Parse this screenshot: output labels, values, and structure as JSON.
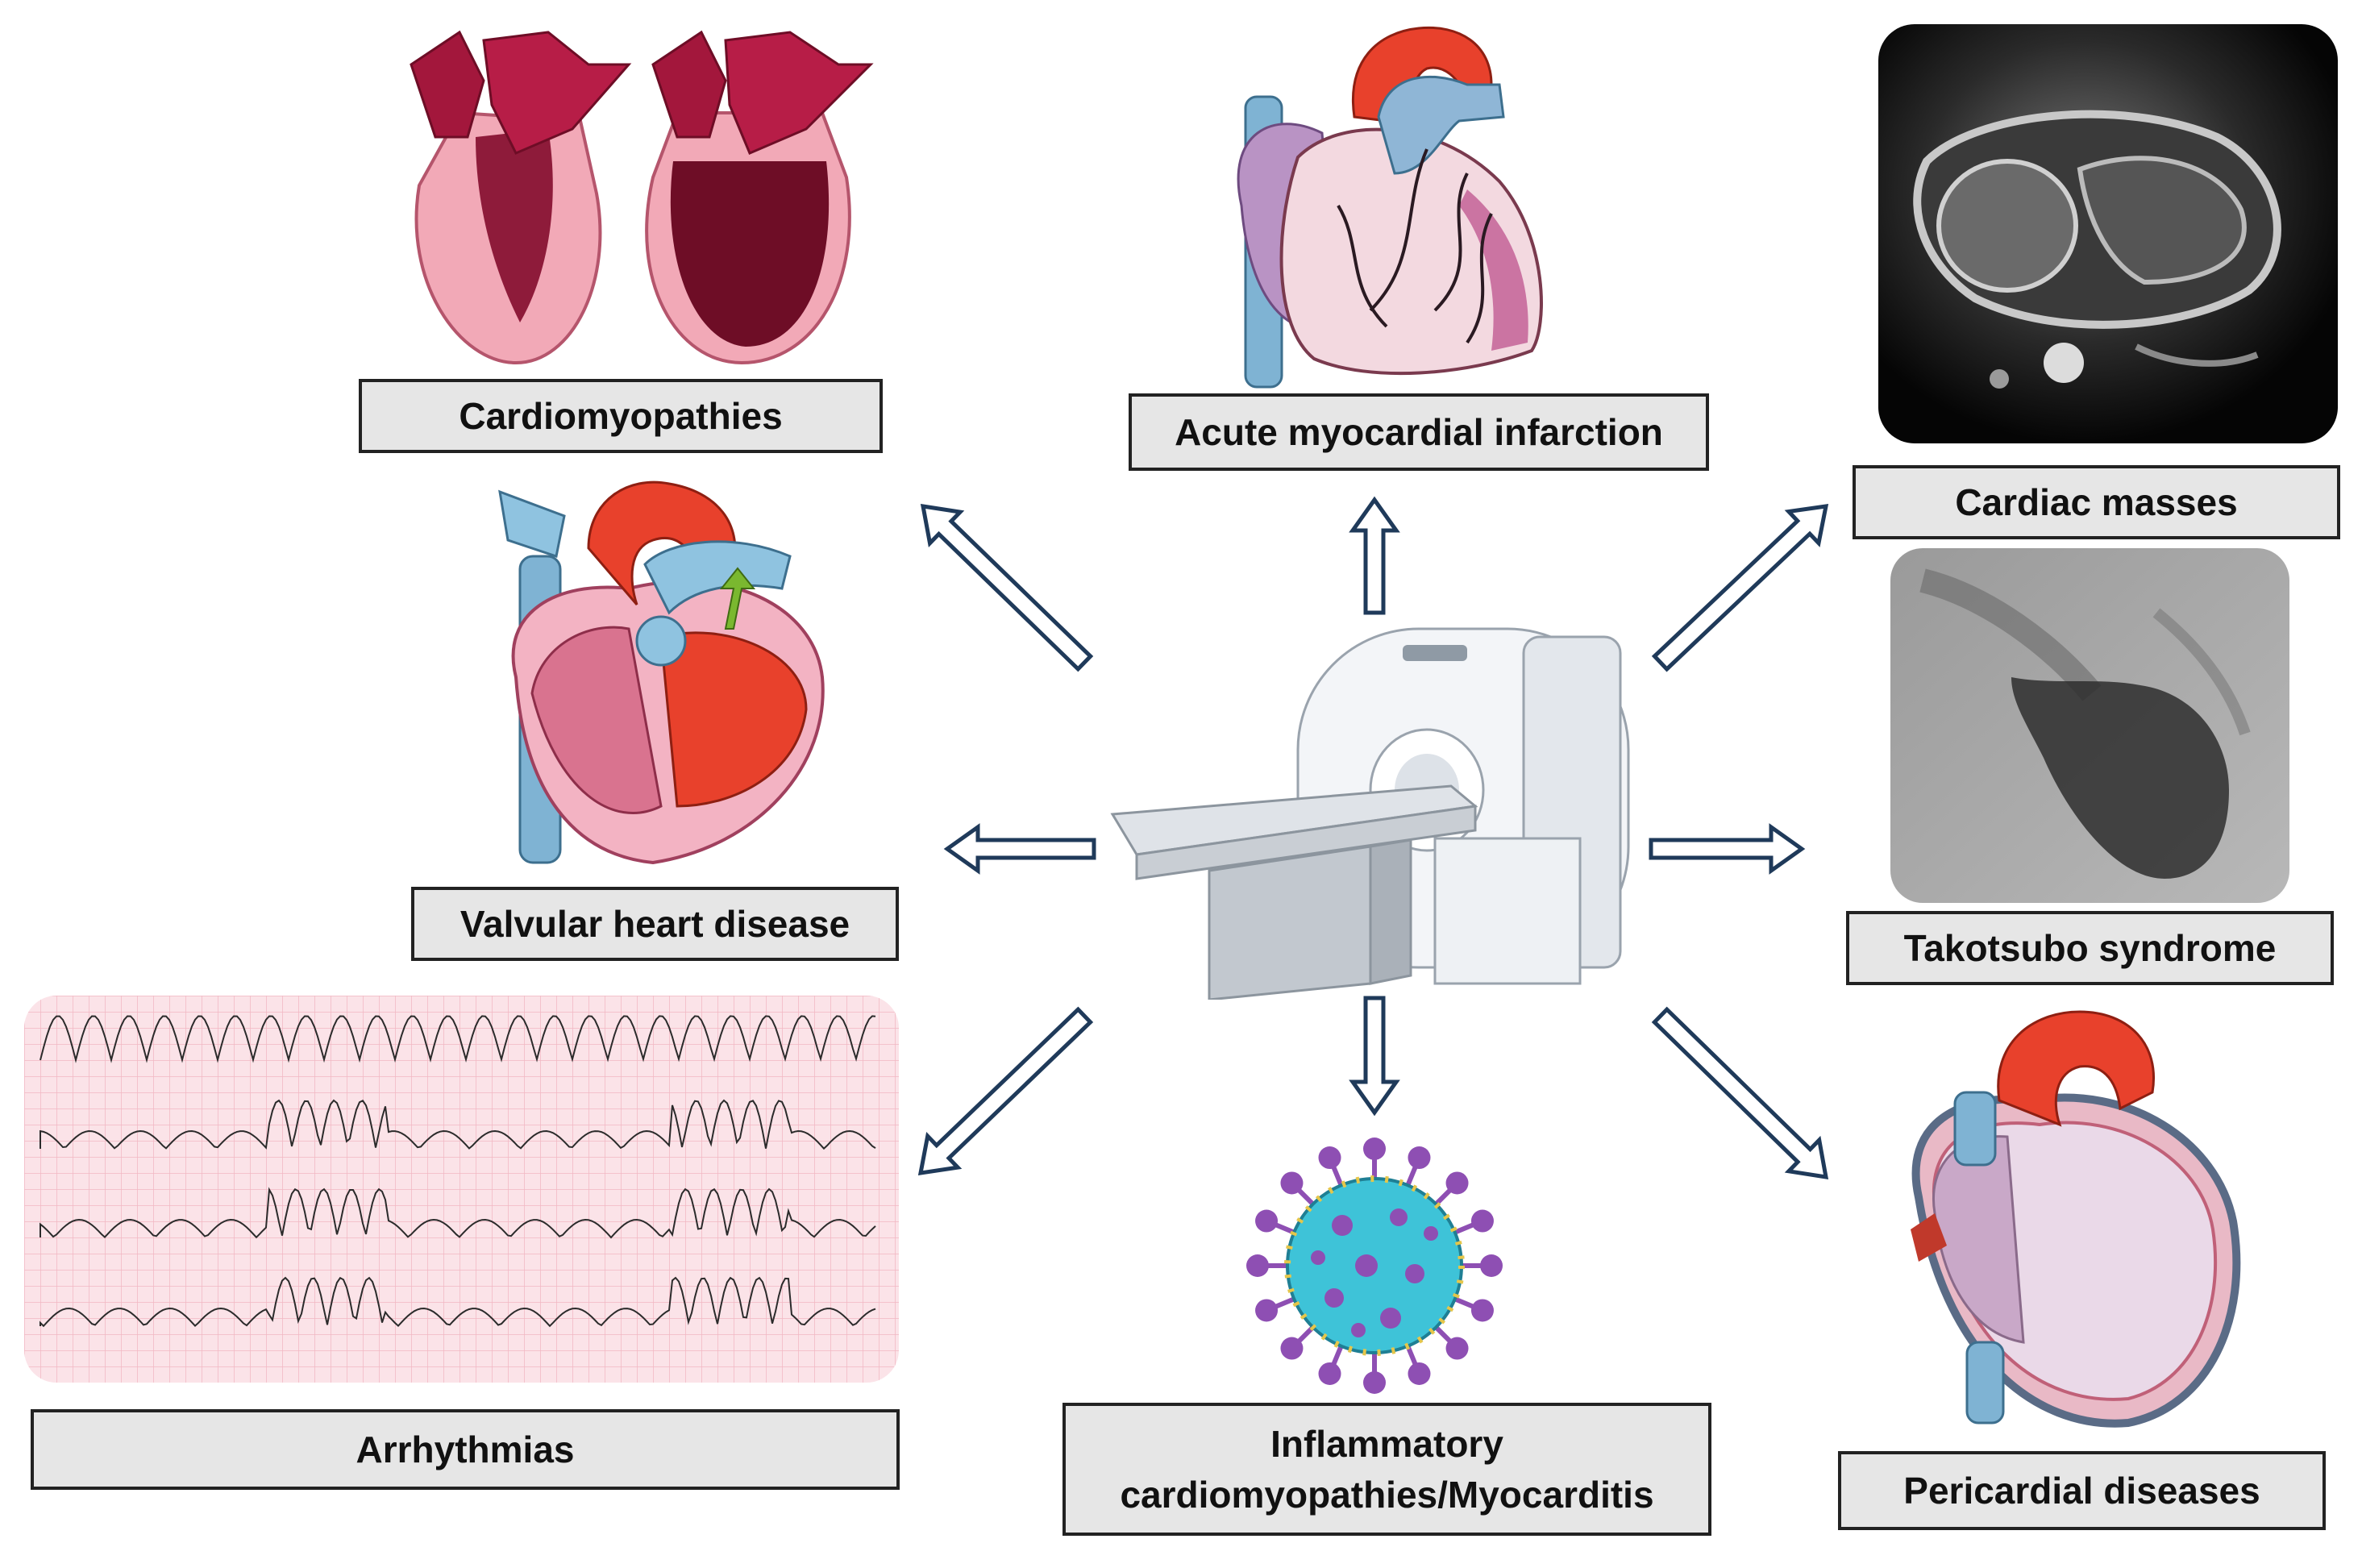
{
  "center": {
    "name": "MRI scanner",
    "icon": "mri-scanner-icon"
  },
  "labels": {
    "cardiomyopathies": "Cardiomyopathies",
    "acute_mi": "Acute myocardial infarction",
    "cardiac_masses": "Cardiac masses",
    "valvular": "Valvular heart disease",
    "takotsubo": "Takotsubo syndrome",
    "arrhythmias": "Arrhythmias",
    "myocarditis_line1": "Inflammatory",
    "myocarditis_line2": "cardiomyopathies/Myocarditis",
    "pericardial": "Pericardial diseases"
  },
  "icons": {
    "cardiomyopathies": "heart-cross-section-icon",
    "acute_mi": "infarcted-heart-icon",
    "cardiac_masses": "cardiac-mri-image-icon",
    "valvular": "valvular-heart-icon",
    "takotsubo": "ventriculogram-icon",
    "arrhythmias": "ecg-strip-icon",
    "myocarditis": "virus-icon",
    "pericardial": "pericardium-heart-icon"
  },
  "colors": {
    "arrow_stroke": "#1f3a5a",
    "label_bg": "#e6e6e6",
    "label_border": "#222222"
  }
}
